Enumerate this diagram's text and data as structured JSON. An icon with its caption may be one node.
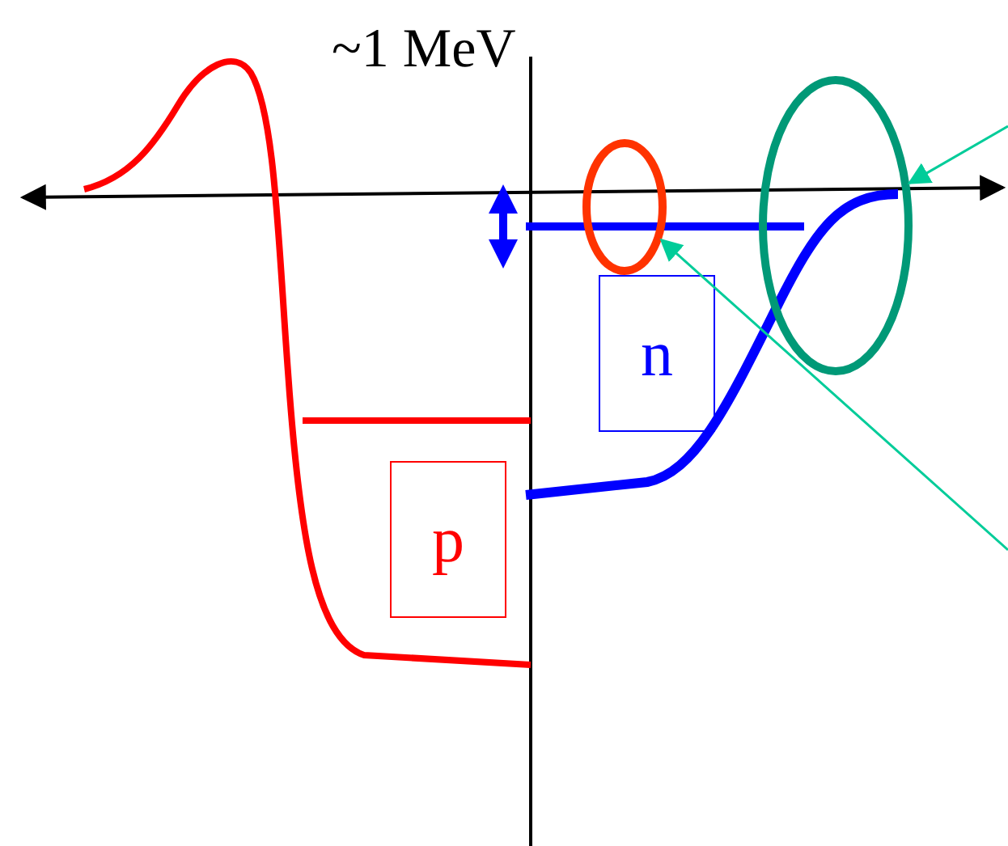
{
  "diagram": {
    "nodes": [
      {
        "text": [
          "p"
        ]
      },
      {
        "text": [
          "n"
        ]
      },
      {
        "text": [],
        "shape": "circle"
      },
      {
        "text": [],
        "shape": "circle"
      }
    ],
    "edges": [
      {
        "from": null,
        "to": 2,
        "arrow": "to"
      },
      {
        "from": null,
        "to": 3,
        "arrow": "to"
      }
    ],
    "labels": [
      "~1 MeV"
    ]
  }
}
